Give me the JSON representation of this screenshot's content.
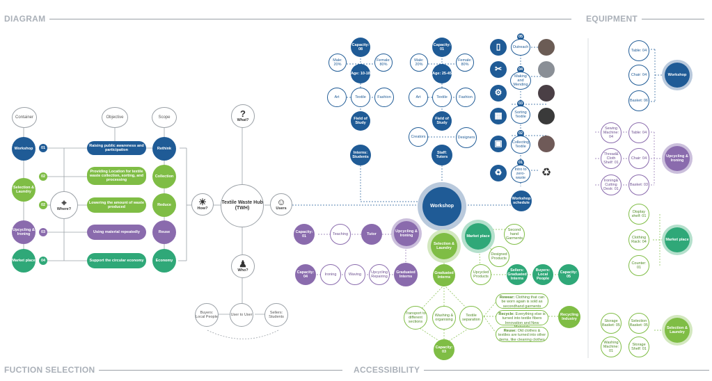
{
  "headers": {
    "diagram": "DIAGRAM",
    "equipment": "EQUIPMENT",
    "function_selection": "FUCTION SELECTION",
    "accessibility": "ACCESSIBILITY"
  },
  "columns": {
    "container": "Container",
    "objective": "Objective",
    "scope": "Scope"
  },
  "rows": [
    {
      "container": "Workshop",
      "num": "01",
      "objective": "Raising public awareness and participation",
      "scope": "Rethink"
    },
    {
      "container": "Selection & Laundry",
      "num": "02",
      "objective": "Providing Location for textile waste collection, sorting, and processing",
      "scope": "Collection"
    },
    {
      "container": "",
      "num": "02",
      "objective": "Lowering the amount of waste produced",
      "scope": "Reduce"
    },
    {
      "container": "Upcycling & Ironing",
      "num": "03",
      "objective": "Using material repeatedly",
      "scope": "Reuse"
    },
    {
      "container": "Market place",
      "num": "04",
      "objective": "Support the circular economy",
      "scope": "Economy"
    }
  ],
  "hub": {
    "where": "Where?",
    "how": "How?",
    "what": "What?",
    "who": "Who?",
    "users": "Users",
    "title": "Textile Waste Hub (TWH)",
    "buyers": "Buyers: Local People",
    "user_to_user": "User to User",
    "sellers": "Sellers: Students"
  },
  "interns": {
    "capacity": "Capacity: 08",
    "male": "Male: 20%",
    "female": "Female: 80%",
    "age": "Age: 10-18",
    "art": "Art",
    "textile": "Textile",
    "fashion": "Fashion",
    "field": "Field of Study",
    "role": "Interns: Students"
  },
  "staff": {
    "capacity": "Capacity: 01",
    "male": "Male: 20%",
    "female": "Female: 80%",
    "age": "Age: 25-45",
    "art": "Art",
    "textile": "Textile",
    "fashion": "Fashion",
    "field": "Field of Study",
    "creators": "Creators",
    "designers": "Designers",
    "role": "Staff: Tutors"
  },
  "process": {
    "n05": "05",
    "outreach": "Outreach",
    "n04": "04",
    "making": "Making and Mending",
    "n03": "03",
    "sorting": "Sorting Textile",
    "n02": "02",
    "collecting": "Collecting Textile",
    "n01": "01",
    "intro": "Intro to zero-waste"
  },
  "center": {
    "workshop": "Workshop",
    "schedule": "Workshop schedule",
    "upcycling": "Upcycling & Ironing",
    "selection": "Selection & Laundry",
    "market": "Market place"
  },
  "upcycling_branch": {
    "capacity1": "Capacity: 01",
    "teaching": "Teaching",
    "tutor": "Tutor",
    "capacity4": "Capacity: 04",
    "ironing": "Ironing",
    "waving": "Waving",
    "repairing": "Upcycling Repairing",
    "graduated": "Graduated Interns"
  },
  "market_branch": {
    "second_hand": "Second hand Garments",
    "designed": "Designed Products",
    "upcycled": "Upcycled Products",
    "sellers": "Sellers: Graduated Interns",
    "buyers": "Buyers: Local People",
    "capacity": "Capacity: 05"
  },
  "laundry_branch": {
    "graduated": "Graduated Interns",
    "transport": "Transport to different sections",
    "washing": "Washing & organising",
    "separation": "Textile separation",
    "capacity": "Capacity: 03",
    "recycling": "Recycling Industry",
    "rewear_title": "Rewear:",
    "rewear": "Clothing that can be worn again is sold as secondhand garments",
    "recycle_title": "Recycle:",
    "recycle": "Everything else is turned into textile fibers Innovation and New Materials",
    "reuse_title": "Reuse:",
    "reuse": "Old clothes & textiles are turned into other items, like cleaning clothes"
  },
  "equipment": {
    "workshop": {
      "title": "Workshop",
      "table": "Table: 04",
      "chair": "Chair: 04",
      "basket": "Basket: 06"
    },
    "upcycling": {
      "title": "Upcycling & Ironing",
      "sewing": "Sewing Machine: 04",
      "thread": "Thread& Cloth Shelf: 01",
      "ironing": "Ironing& Cutting Desk: 01",
      "table": "Table: 04",
      "chair": "Chair: 04",
      "basket": "Basket: 03"
    },
    "market": {
      "title": "Market place",
      "display": "Display shelf: 01",
      "clothing": "Clothing Rack: 04",
      "counter": "Counter: 01"
    },
    "laundry": {
      "title": "Selection & Laundry",
      "storage_basket": "Storage Basket: 05",
      "washing": "Washing Machine: 01",
      "selection_basket": "Selection Basket: 05",
      "storage_shelf": "Storage Shelf: 01"
    }
  },
  "colors": {
    "blue": "#1f5b96",
    "green": "#7fbd45",
    "purple": "#8a6bad",
    "teal": "#2fa878",
    "grey": "#9aa0a6"
  }
}
